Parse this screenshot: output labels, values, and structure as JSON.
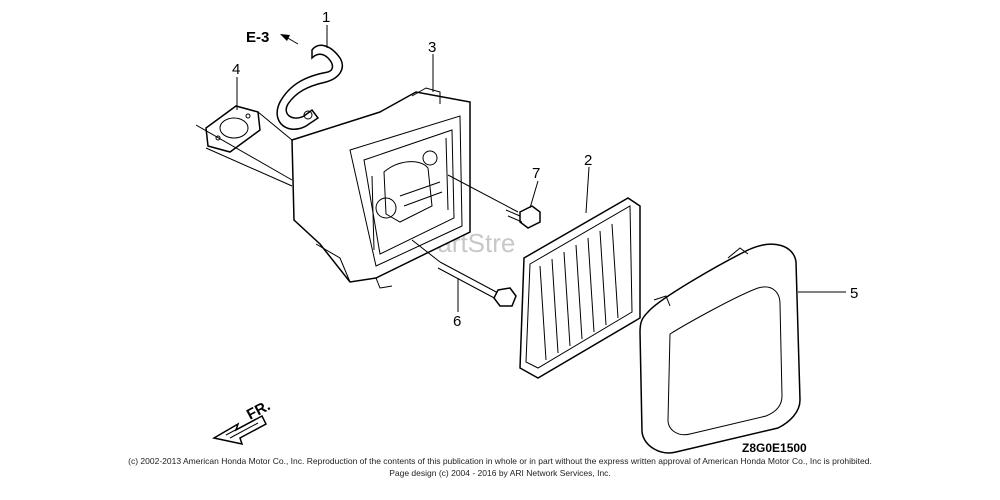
{
  "diagram": {
    "callouts": [
      {
        "id": "1",
        "label": "1"
      },
      {
        "id": "2",
        "label": "2"
      },
      {
        "id": "3",
        "label": "3"
      },
      {
        "id": "4",
        "label": "4"
      },
      {
        "id": "5",
        "label": "5"
      },
      {
        "id": "6",
        "label": "6"
      },
      {
        "id": "7",
        "label": "7"
      }
    ],
    "reference_label": "E-3",
    "front_label": "FR.",
    "drawing_code": "Z8G0E1500",
    "watermark": "PartStre"
  },
  "footer": {
    "line1": "(c) 2002-2013 American Honda Motor Co., Inc. Reproduction of the contents of this publication in whole or in part without the express written approval of American Honda Motor Co., Inc is prohibited.",
    "line2": "Page design (c) 2004 - 2016 by ARI Network Services, Inc."
  }
}
